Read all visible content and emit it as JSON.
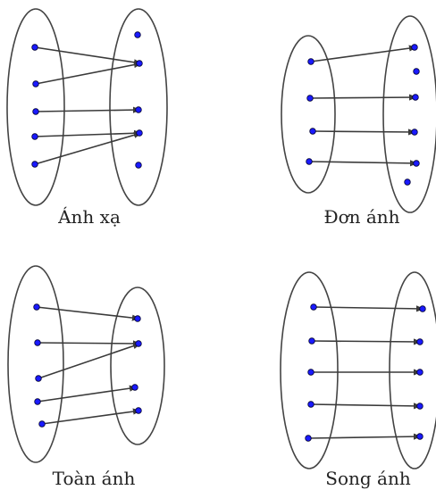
{
  "colors": {
    "point": "#1a1aff",
    "point_stroke": "#000033",
    "arrow": "#3a3a3a",
    "oval": "#444444"
  },
  "diagrams": [
    {
      "caption": "Ánh xạ"
    },
    {
      "caption": "Đơn ánh"
    },
    {
      "caption": "Toàn ánh"
    },
    {
      "caption": "Song ánh"
    }
  ]
}
